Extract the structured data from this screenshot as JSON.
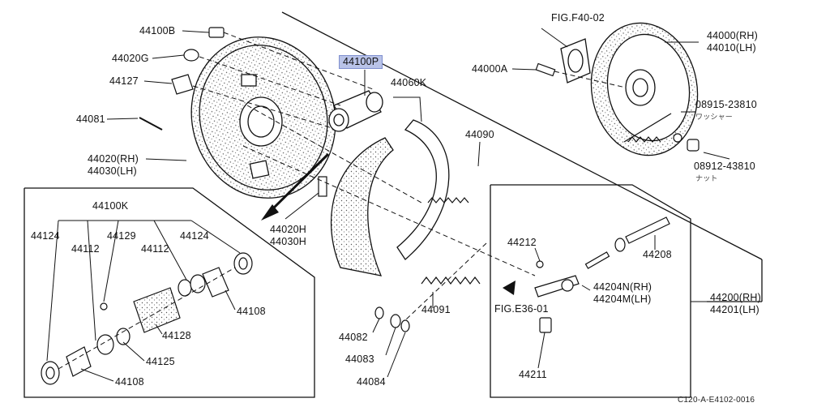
{
  "labels": {
    "p44100B": "44100B",
    "p44020G": "44020G",
    "p44127": "44127",
    "p44081": "44081",
    "p44020_rh": "44020(RH)",
    "p44030_lh": "44030(LH)",
    "p44100P": "44100P",
    "p44060K": "44060K",
    "p44090": "44090",
    "p44020H": "44020H",
    "p44030H": "44030H",
    "fig_f40_02": "FIG.F40-02",
    "p44000A": "44000A",
    "p44000_rh": "44000(RH)",
    "p44010_lh": "44010(LH)",
    "p08915": "08915-23810",
    "p08915_note": "ワッシャー",
    "p08912": "08912-43810",
    "p08912_note": "ナット",
    "p44100K": "44100K",
    "p44124_a": "44124",
    "p44112_a": "44112",
    "p44129": "44129",
    "p44112_b": "44112",
    "p44124_b": "44124",
    "p44108_a": "44108",
    "p44128": "44128",
    "p44125": "44125",
    "p44108_b": "44108",
    "p44212": "44212",
    "p44208": "44208",
    "p44204N": "44204N(RH)",
    "p44204M": "44204M(LH)",
    "fig_e36_01": "FIG.E36-01",
    "p44091": "44091",
    "p44082": "44082",
    "p44083": "44083",
    "p44084": "44084",
    "p44211": "44211",
    "p44200_rh": "44200(RH)",
    "p44201_lh": "44201(LH)"
  },
  "footer": "C120-A-E4102-0016",
  "colors": {
    "highlight": "#b9c3e8",
    "ink": "#111111"
  }
}
